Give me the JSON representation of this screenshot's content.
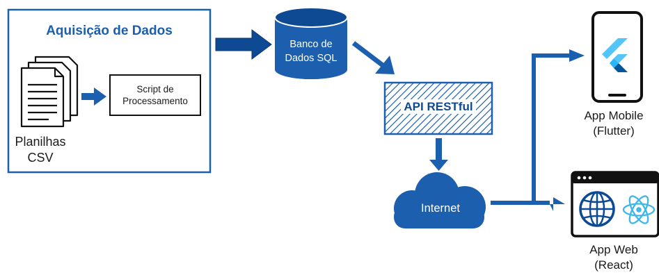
{
  "acquisition": {
    "title": "Aquisição de Dados",
    "sheets_line1": "Planilhas",
    "sheets_line2": "CSV",
    "script_line1": "Script de",
    "script_line2": "Processamento"
  },
  "database": {
    "line1": "Banco de",
    "line2": "Dados SQL"
  },
  "api": {
    "label": "API RESTful"
  },
  "internet": {
    "label": "Internet"
  },
  "mobile_app": {
    "line1": "App Mobile",
    "line2": "(Flutter)"
  },
  "web_app": {
    "line1": "App Web",
    "line2": "(React)"
  },
  "colors": {
    "primary_blue": "#1b5fae",
    "dark_blue": "#0e4a94",
    "flutter_light": "#54c5f8",
    "flutter_dark": "#01579b",
    "react_blue": "#3fb6e8"
  },
  "icons": [
    "document-stack-icon",
    "database-cylinder-icon",
    "cloud-icon",
    "smartphone-icon",
    "flutter-logo-icon",
    "browser-window-icon",
    "globe-icon",
    "react-logo-icon"
  ]
}
